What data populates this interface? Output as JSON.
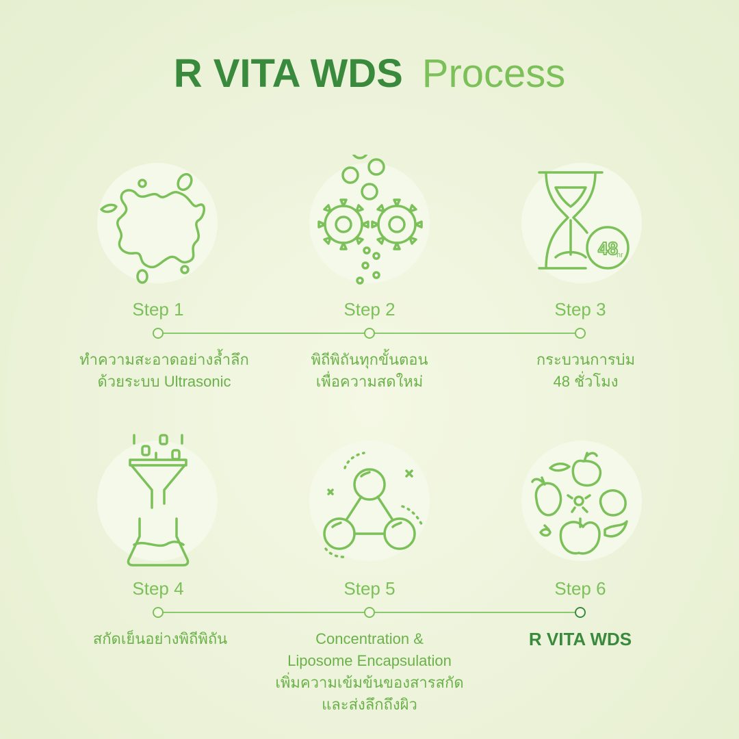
{
  "title": {
    "brand": "R VITA WDS",
    "word": "Process"
  },
  "colors": {
    "brand_dark": "#3a8a3e",
    "accent_green": "#7cc05a",
    "background": "#eef4dc"
  },
  "steps": [
    {
      "label": "Step 1",
      "icon": "splash-icon",
      "desc": [
        "ทำความสะอาดอย่างล้ำลึก",
        "ด้วยระบบ Ultrasonic"
      ]
    },
    {
      "label": "Step 2",
      "icon": "gears-bubbles-icon",
      "desc": [
        "พิถีพิถันทุกขั้นตอน",
        "เพื่อความสดใหม่"
      ]
    },
    {
      "label": "Step 3",
      "icon": "hourglass-48hr-icon",
      "badge": "48",
      "badge_unit": "hr",
      "desc": [
        "กระบวนการบ่ม",
        "48 ชั่วโมง"
      ]
    },
    {
      "label": "Step 4",
      "icon": "funnel-flask-icon",
      "desc": [
        "สกัดเย็นอย่างพิถีพิถัน"
      ]
    },
    {
      "label": "Step 5",
      "icon": "molecule-icon",
      "desc": [
        "Concentration &",
        "Liposome  Encapsulation",
        "เพิ่มความเข้มข้นของสารสกัด",
        "และส่งลึกถึงผิว"
      ]
    },
    {
      "label": "Step 6",
      "icon": "fruits-icon",
      "desc": [
        "R VITA WDS"
      ]
    }
  ]
}
